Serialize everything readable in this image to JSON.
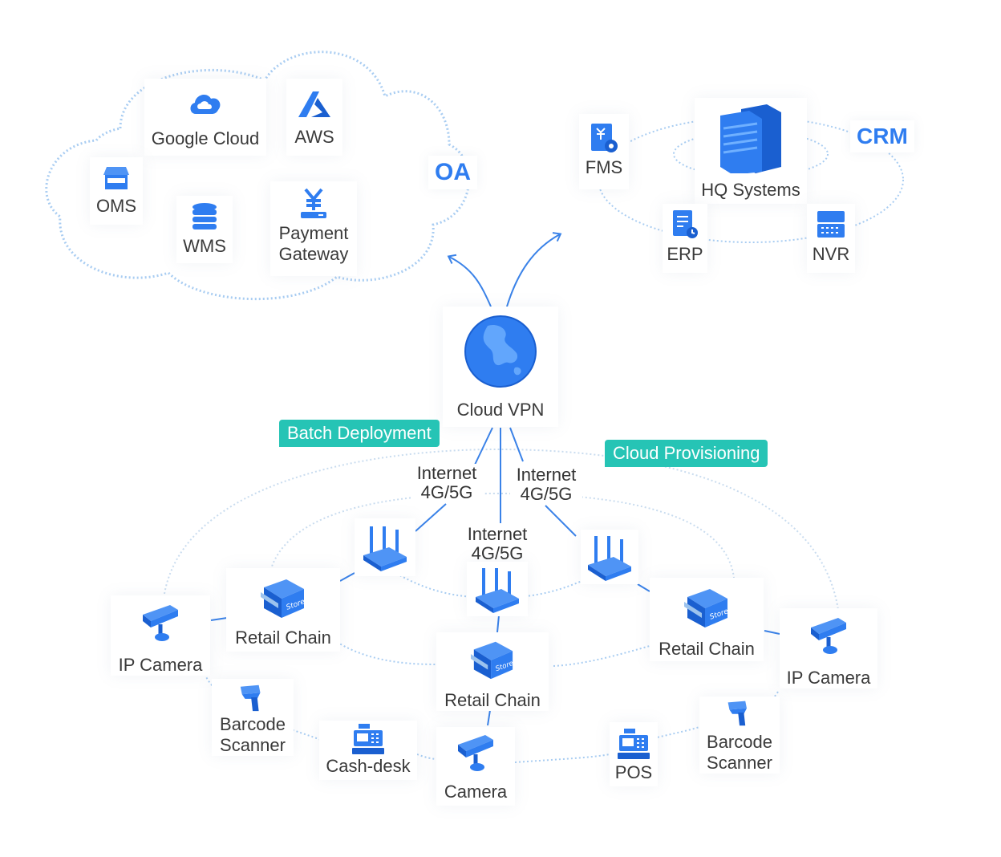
{
  "colors": {
    "accent": "#2f7df0",
    "tag": "#26c4b5",
    "dotted": "#9cc3ee",
    "line": "#3a82e8"
  },
  "cloud": {
    "google_cloud": "Google Cloud",
    "aws": "AWS",
    "oms": "OMS",
    "wms": "WMS",
    "payment_gateway": "Payment\nGateway",
    "oa": "OA"
  },
  "hq": {
    "fms": "FMS",
    "hq_systems": "HQ Systems",
    "crm": "CRM",
    "erp": "ERP",
    "nvr": "NVR"
  },
  "vpn": {
    "label": "Cloud VPN"
  },
  "tags": {
    "batch": "Batch Deployment",
    "provisioning": "Cloud Provisioning"
  },
  "links": {
    "left": "Internet\n4G/5G",
    "right": "Internet\n4G/5G",
    "center": "Internet\n4G/5G"
  },
  "branches": {
    "retail_left": "Retail Chain",
    "retail_center": "Retail Chain",
    "retail_right": "Retail Chain",
    "ip_camera_left": "IP Camera",
    "ip_camera_right": "IP Camera",
    "barcode_left": "Barcode\nScanner",
    "barcode_right": "Barcode\nScanner",
    "cash_desk": "Cash-desk",
    "camera": "Camera",
    "pos": "POS"
  },
  "icons": {
    "google_cloud": "cloud-icon",
    "aws": "aws-logo-icon",
    "oms": "storefront-icon",
    "wms": "database-icon",
    "payment_gateway": "yen-server-icon",
    "fms": "finance-document-icon",
    "hq_systems": "building-icon",
    "erp": "report-clock-icon",
    "nvr": "nvr-recorder-icon",
    "vpn": "globe-icon",
    "router": "router-icon",
    "store": "store-icon",
    "ip_camera": "camera-icon",
    "barcode": "barcode-scanner-icon",
    "cash_desk": "cash-register-icon"
  }
}
